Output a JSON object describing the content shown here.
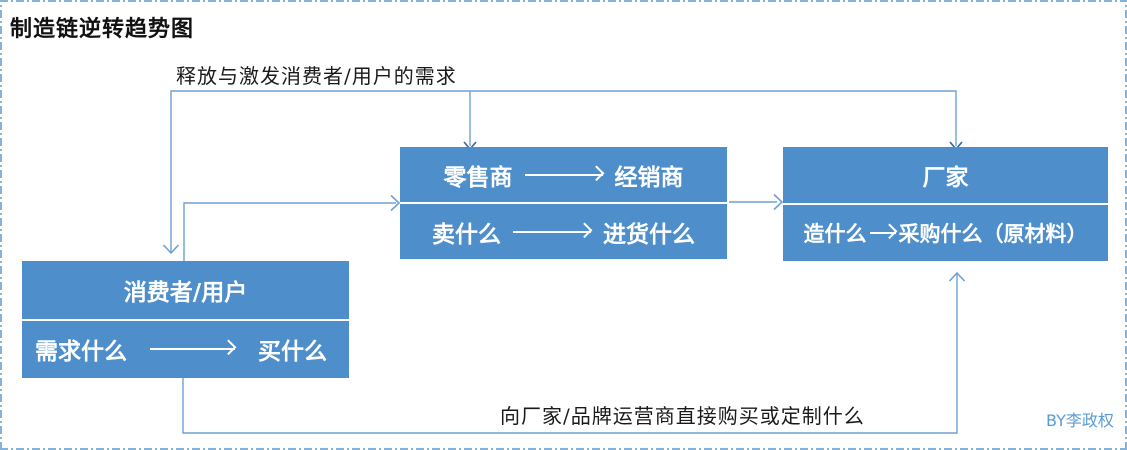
{
  "page": {
    "title": "制造链逆转趋势图",
    "byline": "BY李政权"
  },
  "flow_labels": {
    "top": "释放与激发消费者/用户的需求",
    "bottom": "向厂家/品牌运营商直接购买或定制什么"
  },
  "boxes": {
    "consumer": {
      "title": "消费者/用户",
      "row": {
        "from": "需求什么",
        "to": "买什么"
      }
    },
    "retailer": {
      "row1": {
        "from": "零售商",
        "to": "经销商"
      },
      "row2": {
        "from": "卖什么",
        "to": "进货什么"
      }
    },
    "factory": {
      "title": "厂家",
      "row": {
        "from": "造什么",
        "to": "采购什么（原材料）"
      }
    }
  },
  "colors": {
    "box_fill": "#4e8ecb",
    "connector": "#6ea1d6",
    "byline": "#5b9bd5",
    "frame": "#86b2d8"
  }
}
